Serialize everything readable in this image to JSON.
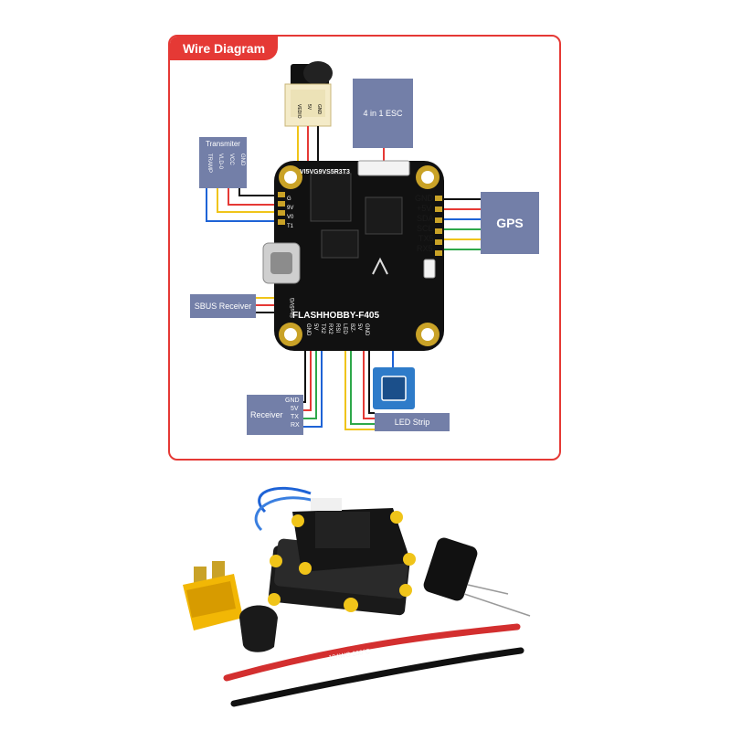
{
  "diagram": {
    "title": "Wire Diagram",
    "colors": {
      "frame": "#e53935",
      "box": "#737fa8",
      "board": "#111111",
      "pad": "#c9a227",
      "wire_black": "#111111",
      "wire_red": "#e53935",
      "wire_yellow": "#f0c419",
      "wire_blue": "#1e63d6",
      "wire_green": "#2ea84a"
    },
    "camera_pins": [
      "VEDIO",
      "5V",
      "GND"
    ],
    "transmitter": {
      "label": "Transmiter",
      "pins": [
        "TRAMP",
        "VLD-0",
        "VCC",
        "GND"
      ]
    },
    "esc": {
      "label": "4 in 1 ESC"
    },
    "gps": {
      "label": "GPS",
      "pins": [
        "GND",
        "+5V",
        "SDA",
        "SCL",
        "TX5",
        "RX5"
      ]
    },
    "sbus": {
      "label": "SBUS Receiver"
    },
    "receiver": {
      "label": "Receiver",
      "pins": [
        "GND",
        "5V",
        "TX",
        "RX"
      ]
    },
    "led": {
      "label": "LED Strip"
    },
    "board": {
      "name": "FLASHHOBBY-F405",
      "top_pads": "VI5VG9VS5R3T3",
      "left_pads": [
        "G",
        "9V",
        "V0",
        "T1"
      ],
      "sbus_pads": "Sbs5VG",
      "bottom_pads": [
        "GND",
        "5V",
        "TX2",
        "RX2",
        "RSI",
        "LED",
        "BZ-",
        "5V",
        "GND"
      ]
    }
  },
  "product": {
    "wire_print": "18AWG 200℃"
  }
}
